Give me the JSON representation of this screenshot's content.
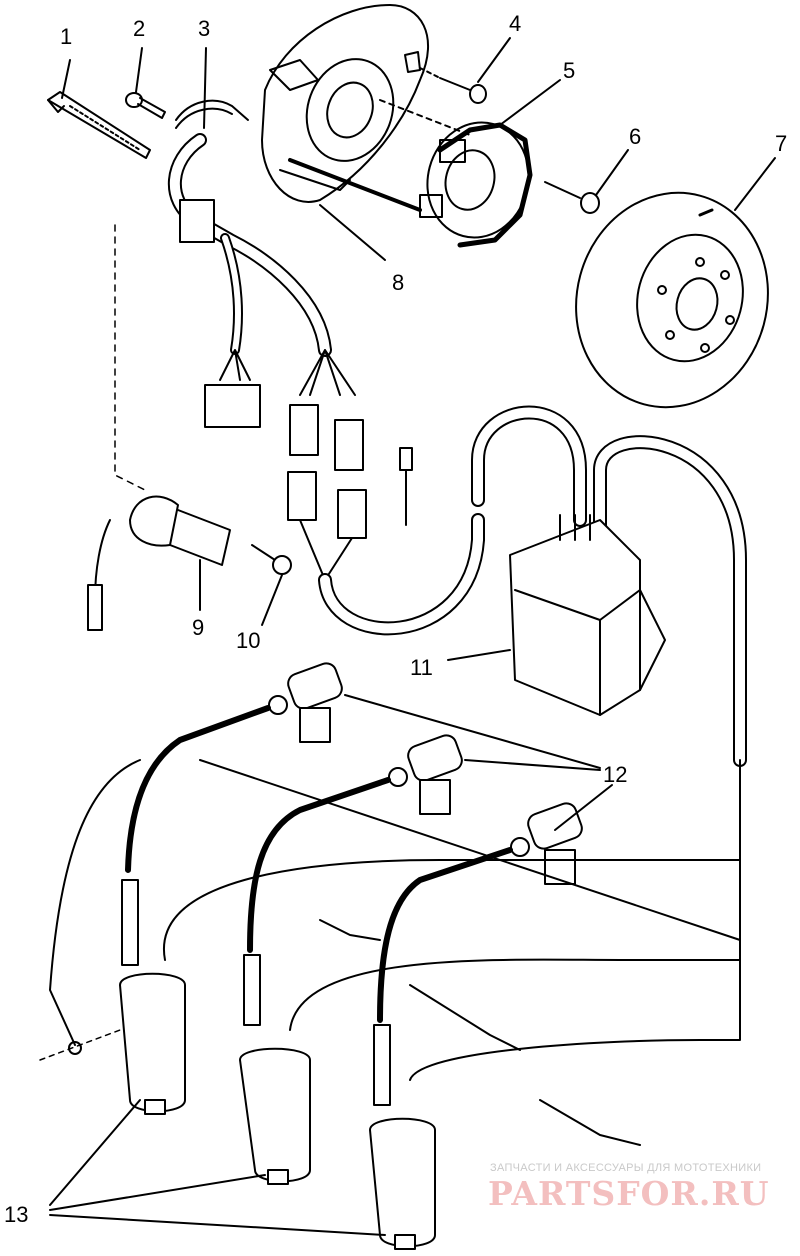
{
  "callouts": [
    "1",
    "2",
    "3",
    "4",
    "5",
    "6",
    "7",
    "8",
    "9",
    "10",
    "11",
    "12",
    "13"
  ],
  "watermark": {
    "tagline": "ЗАПЧАСТИ И АКСЕССУАРЫ ДЛЯ МОТОТЕХНИКИ",
    "brand": "PARTSFOR.RU",
    "brand_color": "#e05050"
  },
  "colors": {
    "line": "#000000",
    "background": "#ffffff"
  }
}
